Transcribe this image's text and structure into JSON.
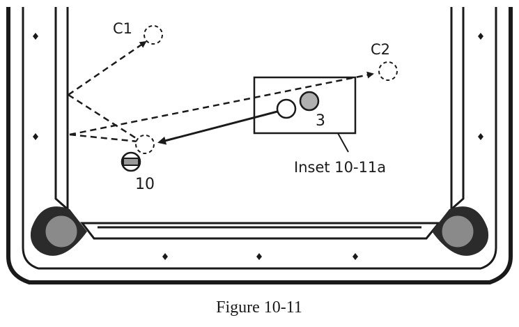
{
  "figure": {
    "caption": "Figure 10-11",
    "labels": {
      "cue_ball_1": "C1",
      "cue_ball_2": "C2",
      "object_ball_3": "3",
      "object_ball_10": "10",
      "inset": "Inset 10-11a"
    },
    "colors": {
      "outline": "#1a1a1a",
      "pocket": "#2b2b2b",
      "pocket_highlight": "#8a8a8a",
      "ball_3": "#b0b0b0",
      "ball_10_stripe": "#9a9a9a",
      "background": "#ffffff"
    }
  }
}
